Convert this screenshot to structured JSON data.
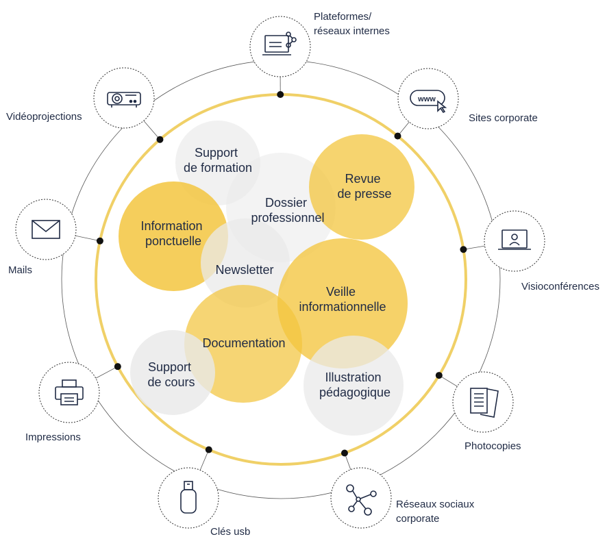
{
  "colors": {
    "gold": "#f3c53f",
    "gold_light": "#f5d37a",
    "gray_bubble": "#e9e9e9",
    "ring": "#f0d067",
    "dots": "#111111",
    "text": "#1f2a44",
    "icon_stroke": "#1f2a44"
  },
  "bubbles": [
    {
      "id": "support-formation",
      "lines": [
        "Support",
        "de formation"
      ],
      "fill": "gray"
    },
    {
      "id": "dossier-professionnel",
      "lines": [
        "Dossier",
        "professionnel"
      ],
      "fill": "gray"
    },
    {
      "id": "revue-presse",
      "lines": [
        "Revue",
        "de presse"
      ],
      "fill": "gold"
    },
    {
      "id": "information-ponctuelle",
      "lines": [
        "Information",
        "ponctuelle"
      ],
      "fill": "gold"
    },
    {
      "id": "newsletter",
      "lines": [
        "Newsletter"
      ],
      "fill": "gray"
    },
    {
      "id": "veille-informationnelle",
      "lines": [
        "Veille",
        "informationnelle"
      ],
      "fill": "gold"
    },
    {
      "id": "documentation",
      "lines": [
        "Documentation"
      ],
      "fill": "gold"
    },
    {
      "id": "support-cours",
      "lines": [
        "Support",
        "de cours"
      ],
      "fill": "gray"
    },
    {
      "id": "illustration-pedagogique",
      "lines": [
        "Illustration",
        "pédagogique"
      ],
      "fill": "gray"
    }
  ],
  "channels": [
    {
      "id": "plateformes",
      "icon": "laptop-share-icon",
      "lines": [
        "Plateformes/",
        "réseaux internes"
      ]
    },
    {
      "id": "sites-corporate",
      "icon": "www-cursor-icon",
      "lines": [
        "Sites corporate"
      ]
    },
    {
      "id": "visioconferences",
      "icon": "laptop-user-icon",
      "lines": [
        "Visioconférences"
      ]
    },
    {
      "id": "photocopies",
      "icon": "documents-icon",
      "lines": [
        "Photocopies"
      ]
    },
    {
      "id": "reseaux-sociaux",
      "icon": "network-icon",
      "lines": [
        "Réseaux sociaux",
        "corporate"
      ]
    },
    {
      "id": "cles-usb",
      "icon": "usb-icon",
      "lines": [
        "Clés usb"
      ]
    },
    {
      "id": "impressions",
      "icon": "printer-icon",
      "lines": [
        "Impressions"
      ]
    },
    {
      "id": "mails",
      "icon": "mail-icon",
      "lines": [
        "Mails"
      ]
    },
    {
      "id": "videoprojections",
      "icon": "projector-icon",
      "lines": [
        "Vidéoprojections"
      ]
    }
  ]
}
